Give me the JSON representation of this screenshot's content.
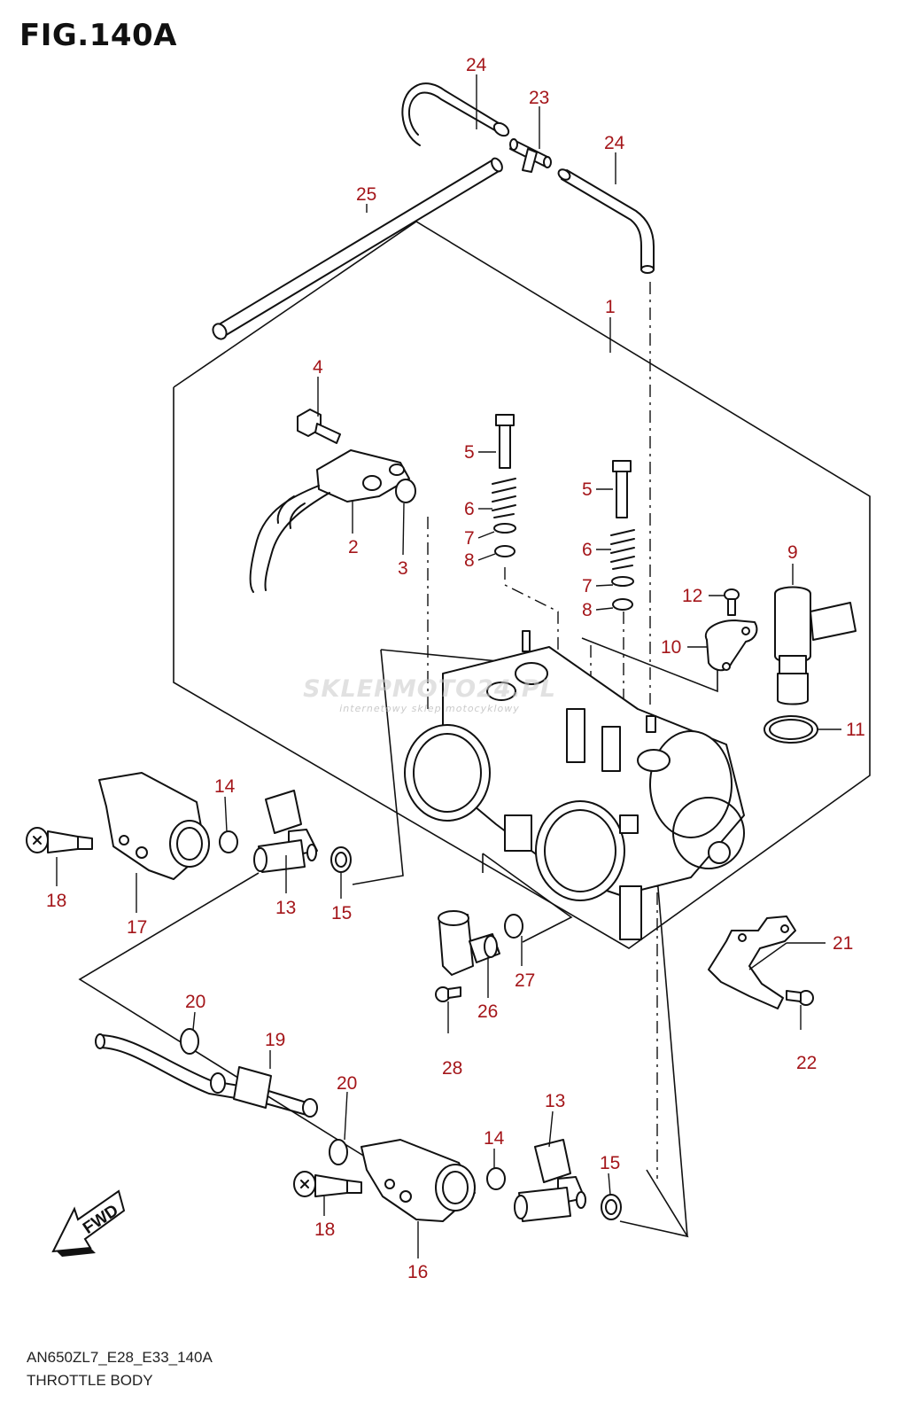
{
  "figure": {
    "title": "FIG.140A",
    "code": "AN650ZL7_E28_E33_140A",
    "name": "THROTTLE BODY"
  },
  "watermark": {
    "brand": "SKLEPMOTO24.PL",
    "tagline": "internetowy sklep motocyklowy"
  },
  "fwd_label": "FWD",
  "callouts": [
    "24",
    "23",
    "24",
    "25",
    "1",
    "4",
    "5",
    "6",
    "7",
    "8",
    "2",
    "3",
    "5",
    "6",
    "7",
    "8",
    "12",
    "9",
    "10",
    "11",
    "14",
    "18",
    "17",
    "13",
    "15",
    "21",
    "20",
    "27",
    "26",
    "19",
    "28",
    "22",
    "20",
    "13",
    "14",
    "15",
    "18",
    "16"
  ]
}
